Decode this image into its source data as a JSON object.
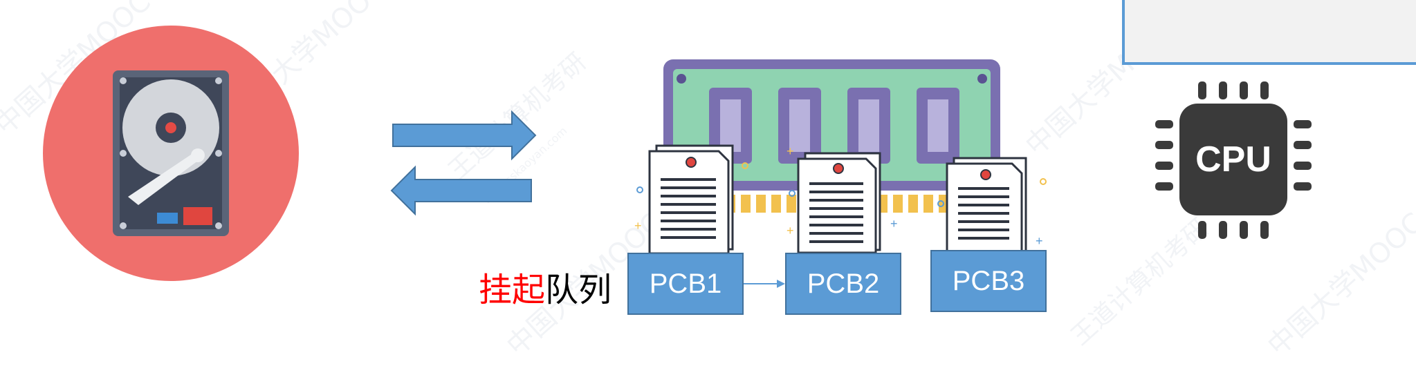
{
  "watermark": {
    "text": "中国大学MOOC",
    "brand": "王道计算机考研",
    "url": "www.cskaoyan.com"
  },
  "cpu": {
    "label": "CPU"
  },
  "queue": {
    "highlight": "挂起",
    "rest": "队列"
  },
  "pcbs": [
    {
      "label": "PCB1"
    },
    {
      "label": "PCB2"
    },
    {
      "label": "PCB3"
    }
  ],
  "colors": {
    "disk_circle": "#ef6f6c",
    "arrow_fill": "#5b9bd5",
    "arrow_stroke": "#41719c",
    "pcb_fill": "#5b9bd5",
    "ram_board": "#8fd3b1",
    "ram_border": "#7a70b0",
    "cpu_body": "#3a3a3a",
    "highlight": "#ff0000"
  },
  "icons": [
    "hard-disk-icon",
    "swap-arrows-icon",
    "ram-module-icon",
    "document-icon",
    "cpu-chip-icon"
  ]
}
